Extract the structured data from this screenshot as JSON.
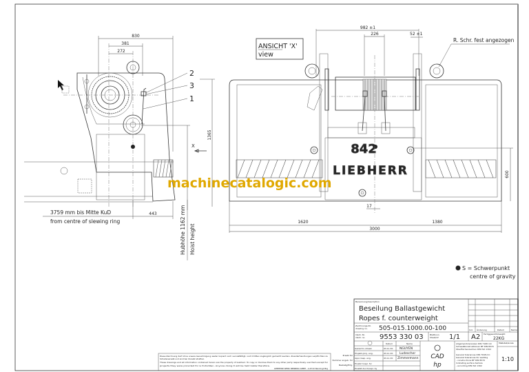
{
  "watermark": "machinecatalogic.com",
  "side_view": {
    "dims": {
      "d830": "830",
      "d381": "381",
      "d272": "272",
      "d1365": "1365",
      "d443": "443"
    },
    "callouts": [
      "2",
      "3",
      "1"
    ],
    "view_arrow": "X",
    "slewing_de": "3759 mm bis Mitte KuD",
    "slewing_en": "from centre of slewing ring",
    "hoist_de": "Hubhöhe 1162 mm",
    "hoist_en": "Hoist height"
  },
  "front_view": {
    "title_de": "ANSICHT 'X'",
    "title_en": "view",
    "note": "R. Schr. fest angezogen",
    "model": "842",
    "brand": "LIEBHERR",
    "dims": {
      "d982": "982 ±1",
      "d226": "226",
      "d52": "52 ±1",
      "d17": "17",
      "d600": "600",
      "d1620": "1620",
      "d1380": "1380",
      "d3000": "3000"
    }
  },
  "gravity": {
    "icon": "center-of-gravity-icon",
    "label_de": "S = Schwerpunkt",
    "label_en": "centre of gravity"
  },
  "copyright": {
    "line1": "Diese Zeichnung darf ohne unsere Genehmigung weder kopiert noch vervielfältigt, noch Dritten zugänglich gemacht werden. Zuwiderhandlungen verpflichten zu",
    "line2": "Schadenersatz und sind bei Vorsatz strafbar.",
    "line3": "These drawings and all information contained herein are the property of Liebherr. To copy or disclose them to any other party respectively use them except for",
    "line4": "projects they were provided for is forbidden. Anyone doing it will be held liable therefore.",
    "company": "LIEBHERR WERK NENZING GMBH - A-6710 Nenzing/Vlbg"
  },
  "title_block": {
    "desc_label": "Benennung/description",
    "title_de": "Beseilung Ballastgewicht",
    "title_en": "Ropes f. counterweight",
    "drawing_label1": "Zeichnungs-Nr.",
    "drawing_label2": "drawing no.",
    "drawing_no": "505-015.1000.00-100",
    "ident_label1": "Ident. Nr.",
    "ident_label2": "ident. no.",
    "ident_no": "9553 330 03",
    "sheet_label1": "Blatt/von",
    "sheet_label2": "Sheet/of",
    "sheet": "1/1",
    "format": "A2",
    "weight_label": "Fertiggewicht/weight",
    "weight": "22KG",
    "rev_headers": [
      "Ind.",
      "Änderung",
      "Datum",
      "Name"
    ],
    "col_date": "Datum",
    "col_name": "Name",
    "rows": [
      {
        "label": "Gezeichn./drawn",
        "date": "93.11.30",
        "name": "NGUYEN"
      },
      {
        "label": "Projekt./proj. eng.",
        "date": "93.11.30",
        "name": "Ludescher"
      },
      {
        "label": "Appr./resp. eng.",
        "date": "93.11.30",
        "name": "Zimmermann"
      },
      {
        "label": "Ersatz f./repl. for",
        "date": "",
        "name": ""
      },
      {
        "label": "Ersetzt durch/repl. by",
        "date": "",
        "name": ""
      }
    ],
    "cad": "CAD",
    "hp": "hp",
    "std1": "Allgemeintoleranzen DIN 7168 mC",
    "std2": "Schweißkonstruktionen BF DIN 8570",
    "std3": "Oberflächenzeichen DIN ISO 1302",
    "std4": "General tolerances DIN 7168 mC",
    "std5": "General tolerances for welding",
    "std6": "- constructions BF DIN 8570",
    "std7": "Indicating surface texture",
    "std8": "- according DIN ISO 1302",
    "scale_label": "Maßstab/scale",
    "scale": "1:10",
    "left_notes": [
      "Ersatz für",
      "Nummer angeb. für",
      "Bestellg/Erlg."
    ]
  }
}
